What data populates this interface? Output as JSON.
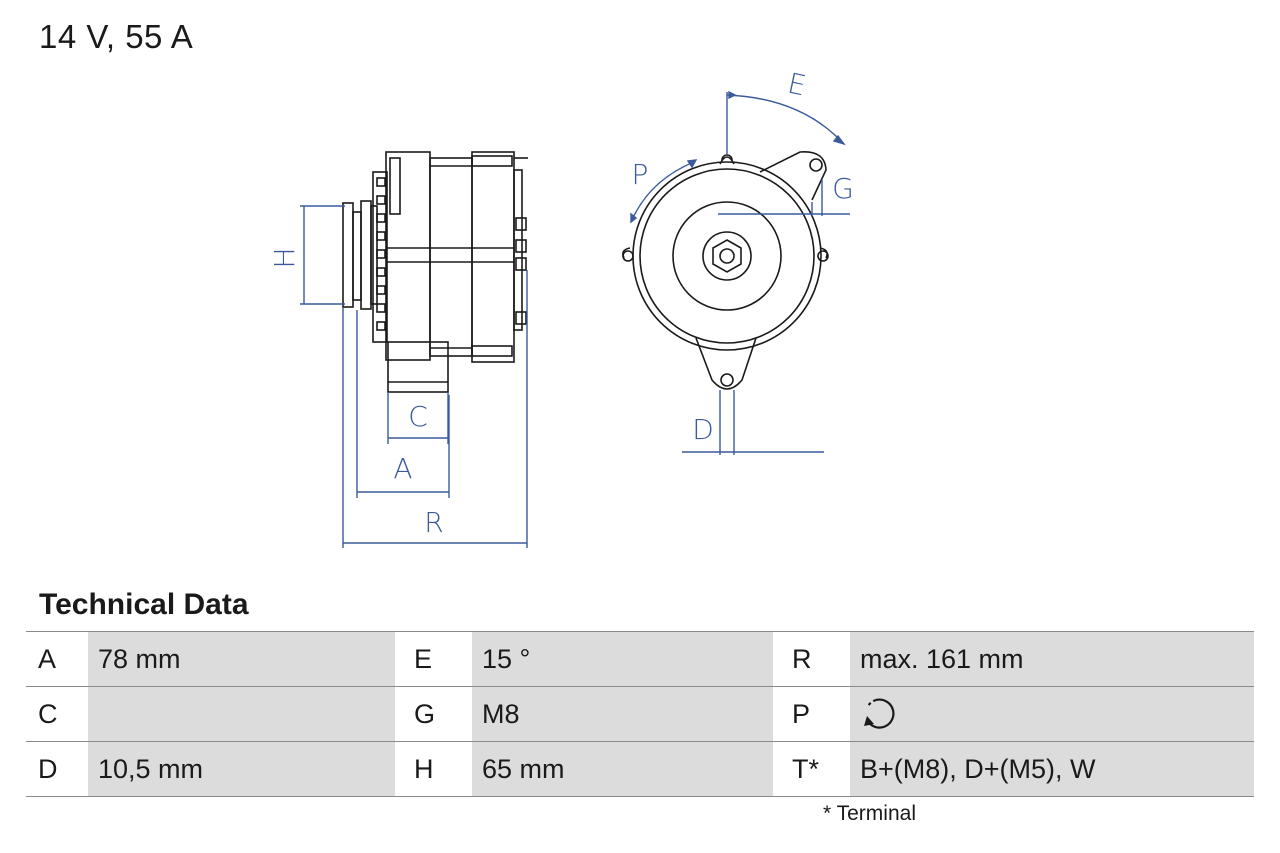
{
  "headline": "14 V, 55 A",
  "drawing": {
    "labels": {
      "A": "A",
      "C": "C",
      "D": "D",
      "E": "E",
      "G": "G",
      "H": "H",
      "P": "P",
      "R": "R"
    },
    "line_color": "#1a1a1a",
    "dimension_color": "#3a5a9c"
  },
  "section_title": "Technical Data",
  "table": {
    "rows": [
      [
        {
          "key": "A",
          "value": "78 mm"
        },
        {
          "key": "E",
          "value": "15 °"
        },
        {
          "key": "R",
          "value": "max. 161 mm"
        }
      ],
      [
        {
          "key": "C",
          "value": ""
        },
        {
          "key": "G",
          "value": "M8"
        },
        {
          "key": "P",
          "value": "",
          "icon": "clockwise-rotation-icon"
        }
      ],
      [
        {
          "key": "D",
          "value": "10,5 mm"
        },
        {
          "key": "H",
          "value": "65 mm"
        },
        {
          "key": "T*",
          "value": "B+(M8), D+(M5), W"
        }
      ]
    ],
    "row_background": "#dcdcdc"
  },
  "footnote": "* Terminal"
}
